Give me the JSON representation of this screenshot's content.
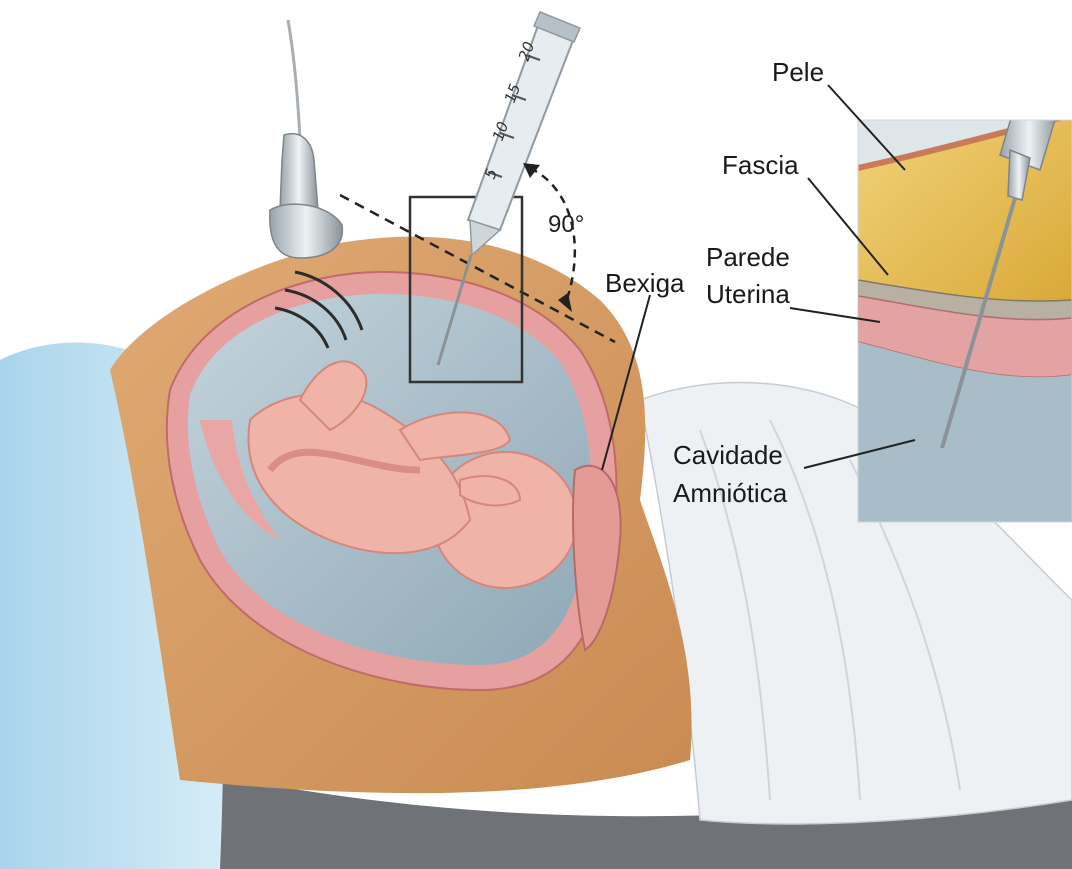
{
  "labels": {
    "angle": "90°",
    "bladder": "Bexiga",
    "uterine_wall_line1": "Parede",
    "uterine_wall_line2": "Uterina",
    "skin": "Pele",
    "fascia": "Fascia",
    "amniotic_line1": "Cavidade",
    "amniotic_line2": "Amniótica"
  },
  "syringe_scale": [
    "20",
    "15",
    "10",
    "5"
  ],
  "colors": {
    "skin_tone": "#d9a06b",
    "uterine_wall": "#e7a0a0",
    "amniotic_fluid": "#a9bfcc",
    "fetus": "#f0b3a8",
    "fat_layer": "#e9c25a",
    "drape_blue": "#b9dcef",
    "sheet_white": "#eef1f4"
  }
}
